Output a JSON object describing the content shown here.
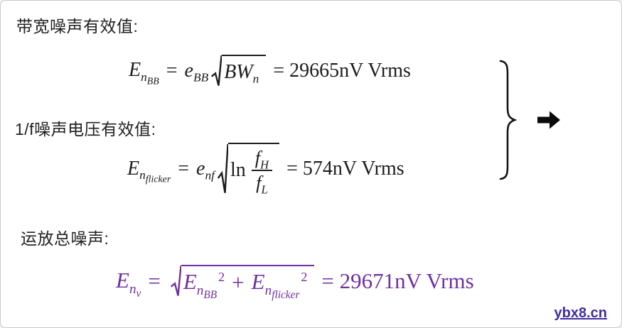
{
  "labels": {
    "bandwidth": "带宽噪声有效值:",
    "flicker": "1/f噪声电压有效值:",
    "total": "运放总噪声:"
  },
  "formulas": {
    "bandwidth": {
      "E": "E",
      "n": "n",
      "BB": "BB",
      "equals": "=",
      "e": "e",
      "e_sub": "BB",
      "BW": "BW",
      "BW_sub": "n",
      "result": "= 29665nV Vrms"
    },
    "flicker": {
      "E": "E",
      "n": "n",
      "flicker": "flicker",
      "equals": "=",
      "e": "e",
      "e_sub": "nf",
      "ln": "ln",
      "f_num": "f",
      "f_num_sub": "H",
      "f_den": "f",
      "f_den_sub": "L",
      "result": "= 574nV Vrms"
    },
    "total": {
      "E": "E",
      "n": "n",
      "v": "v",
      "equals": "=",
      "t1_E": "E",
      "t1_n": "n",
      "t1_sub": "BB",
      "t1_exp": "2",
      "plus": "+",
      "t2_E": "E",
      "t2_n": "n",
      "t2_sub": "flicker",
      "t2_exp": "2",
      "result": "= 29671nV Vrms"
    }
  },
  "icons": {
    "right_arrow": "➡",
    "grouping_brace": "}",
    "radical": "√"
  },
  "colors": {
    "text": "#1c1c1c",
    "total_formula": "#7030a0",
    "watermark": "#3f2f9e"
  },
  "watermark": "ybx8.cn"
}
